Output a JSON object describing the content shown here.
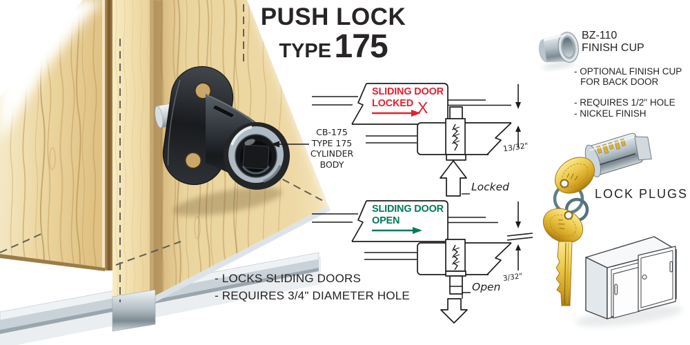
{
  "title": {
    "line1": "PUSH LOCK",
    "type_word": "TYPE",
    "type_number": "175"
  },
  "cylinder_body_label": {
    "line1": "CB-175",
    "line2": "TYPE 175",
    "line3": "CYLINDER",
    "line4": "BODY"
  },
  "diagram_locked": {
    "label_line1": "SLIDING DOOR",
    "label_line2": "LOCKED",
    "blocked_mark": "X",
    "dimension": "13/32\"",
    "state": "Locked"
  },
  "diagram_open": {
    "label_line1": "SLIDING DOOR",
    "label_line2": "OPEN",
    "dimension": "3/32\"",
    "state": "Open"
  },
  "features": {
    "line1": "- LOCKS SLIDING DOORS",
    "line2": "- REQUIRES 3/4\" DIAMETER HOLE"
  },
  "finish_cup": {
    "model": "BZ-110",
    "name": "FINISH CUP",
    "bullet1_line1": "- OPTIONAL FINISH CUP",
    "bullet1_line2": "FOR BACK DOOR",
    "bullet2": "- REQUIRES 1/2\" HOLE",
    "bullet3": "- NICKEL FINISH"
  },
  "lock_plugs": {
    "label": "LOCK PLUGS"
  },
  "colors": {
    "locked_red": "#e3202e",
    "open_green": "#00795c",
    "ink": "#292526",
    "wood_light": "#ead29c",
    "wood_dark": "#c49a58",
    "gold": "#e7c04a",
    "nickel": "#c3ced5"
  }
}
